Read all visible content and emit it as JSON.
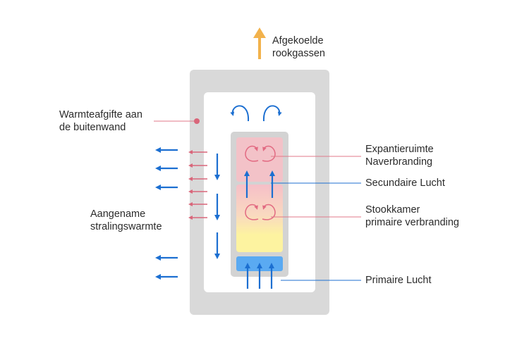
{
  "labels": {
    "exhaust_line1": "Afgekoelde",
    "exhaust_line2": "rookgassen",
    "wall_heat_line1": "Warmteafgifte aan",
    "wall_heat_line2": "de buitenwand",
    "radiant_line1": "Aangename",
    "radiant_line2": "stralingswarmte",
    "expansion_line1": "Expantieruimte",
    "expansion_line2": "Naverbranding",
    "secondary_air": "Secundaire Lucht",
    "firebox_line1": "Stookkamer",
    "firebox_line2": "primaire verbranding",
    "primary_air": "Primaire Lucht"
  },
  "colors": {
    "casing": "#d9d9d9",
    "inner": "#ffffff",
    "chamber_frame": "#d3d3d3",
    "upper_chamber": "#f3c2c8",
    "flame_top": "#f6bfc8",
    "flame_bottom": "#fdf3a0",
    "air_box": "#5aaaf2",
    "flow_blue": "#1c6fd1",
    "heat_red": "#d9667a",
    "exhaust_orange": "#f2b24c",
    "leader_blue": "#1c6fd1",
    "leader_red": "#e07a8a"
  }
}
